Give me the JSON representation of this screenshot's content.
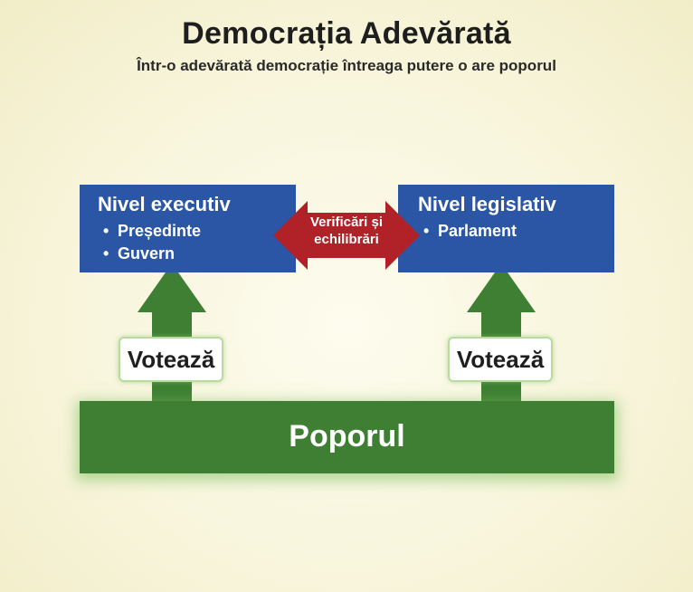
{
  "title": "Democrația Adevărată",
  "subtitle": "Într-o adevărată democrație întreaga putere o are poporul",
  "executive": {
    "title": "Nivel executiv",
    "items": [
      "Președinte",
      "Guvern"
    ]
  },
  "legislative": {
    "title": "Nivel legislativ",
    "items": [
      "Parlament"
    ]
  },
  "checks": {
    "line1": "Verificări și",
    "line2": "echilibrări"
  },
  "vote_left": "Votează",
  "vote_right": "Votează",
  "people": "Poporul",
  "bullet": "•",
  "colors": {
    "blue": "#2a56a5",
    "green": "#3e7f33",
    "red": "#b02128",
    "background": "#f8f5dc"
  }
}
